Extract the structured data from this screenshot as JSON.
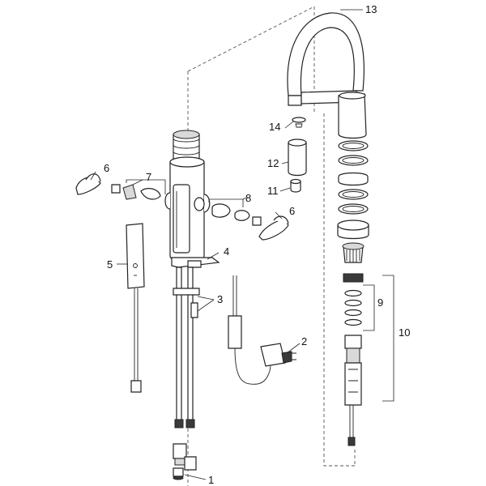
{
  "callouts": {
    "c1": "1",
    "c2": "2",
    "c3": "3",
    "c4": "4",
    "c5": "5",
    "c6a": "6",
    "c6b": "6",
    "c7": "7",
    "c8": "8",
    "c9": "9",
    "c10": "10",
    "c11": "11",
    "c12": "12",
    "c13": "13",
    "c14": "14"
  }
}
